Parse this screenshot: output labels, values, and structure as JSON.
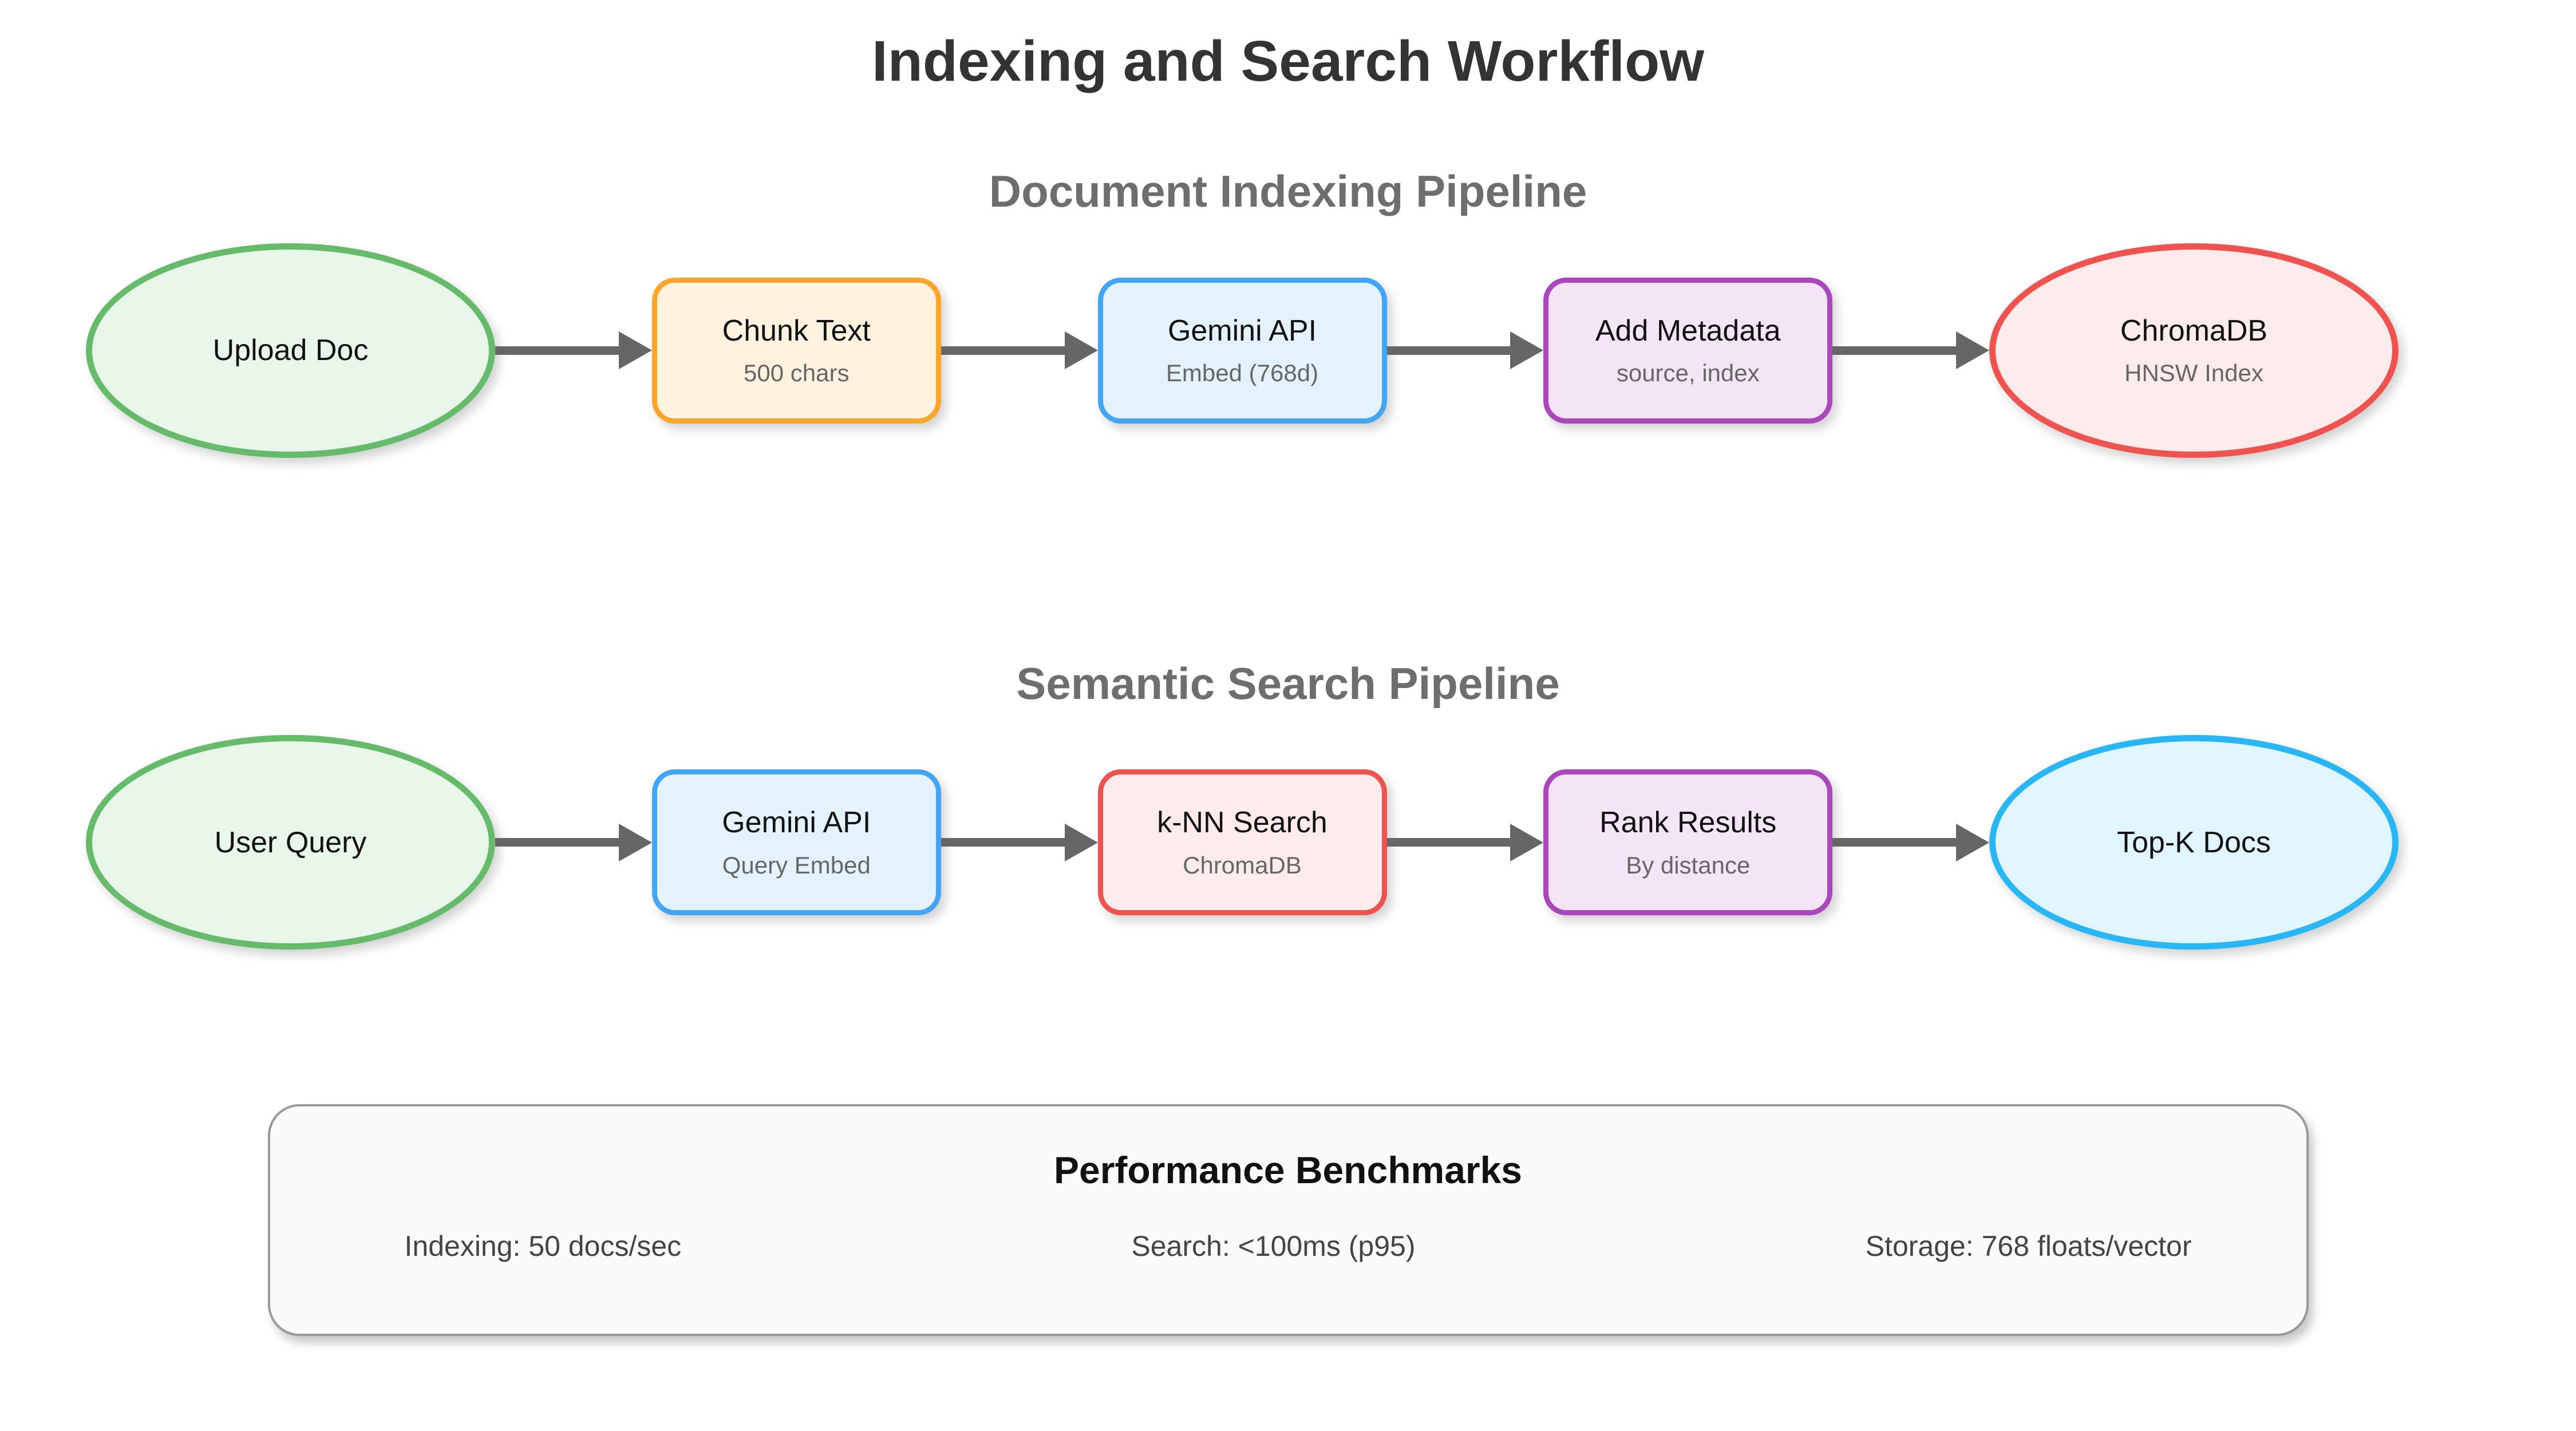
{
  "title": "Indexing and Search Workflow",
  "pipelines": [
    {
      "heading": "Document Indexing Pipeline",
      "nodes": [
        {
          "label": "Upload Doc",
          "sublabel": "",
          "shape": "ellipse",
          "variant": "green"
        },
        {
          "label": "Chunk Text",
          "sublabel": "500 chars",
          "shape": "rect",
          "variant": "orange"
        },
        {
          "label": "Gemini API",
          "sublabel": "Embed (768d)",
          "shape": "rect",
          "variant": "blue"
        },
        {
          "label": "Add Metadata",
          "sublabel": "source, index",
          "shape": "rect",
          "variant": "purple"
        },
        {
          "label": "ChromaDB",
          "sublabel": "HNSW Index",
          "shape": "ellipse",
          "variant": "red"
        }
      ]
    },
    {
      "heading": "Semantic Search Pipeline",
      "nodes": [
        {
          "label": "User Query",
          "sublabel": "",
          "shape": "ellipse",
          "variant": "green"
        },
        {
          "label": "Gemini API",
          "sublabel": "Query Embed",
          "shape": "rect",
          "variant": "blue"
        },
        {
          "label": "k-NN Search",
          "sublabel": "ChromaDB",
          "shape": "rect",
          "variant": "red"
        },
        {
          "label": "Rank Results",
          "sublabel": "By distance",
          "shape": "rect",
          "variant": "purple"
        },
        {
          "label": "Top-K Docs",
          "sublabel": "",
          "shape": "ellipse",
          "variant": "cyan"
        }
      ]
    }
  ],
  "benchmarks": {
    "title": "Performance Benchmarks",
    "stats": [
      "Indexing: 50 docs/sec",
      "Search: <100ms (p95)",
      "Storage: 768 floats/vector"
    ]
  },
  "colors": {
    "background": "#ffffff",
    "title_text": "#333333",
    "heading_text": "#6e6e6e",
    "arrow": "#666666",
    "node_label": "#111111",
    "node_sublabel": "#666666",
    "green_border": "#66BB6A",
    "green_fill": "#E8F5E9",
    "orange_border": "#FBA62B",
    "orange_fill": "#FFF3E0",
    "blue_border": "#42A5F5",
    "blue_fill": "#E3F2FD",
    "purple_border": "#AB47BC",
    "purple_fill": "#F3E5F5",
    "red_border": "#EF5350",
    "red_fill": "#FDEBEC",
    "cyan_border": "#29B6F6",
    "cyan_fill": "#E1F5FE",
    "benchmark_border": "#999999",
    "benchmark_fill": "#FAFAFA"
  }
}
